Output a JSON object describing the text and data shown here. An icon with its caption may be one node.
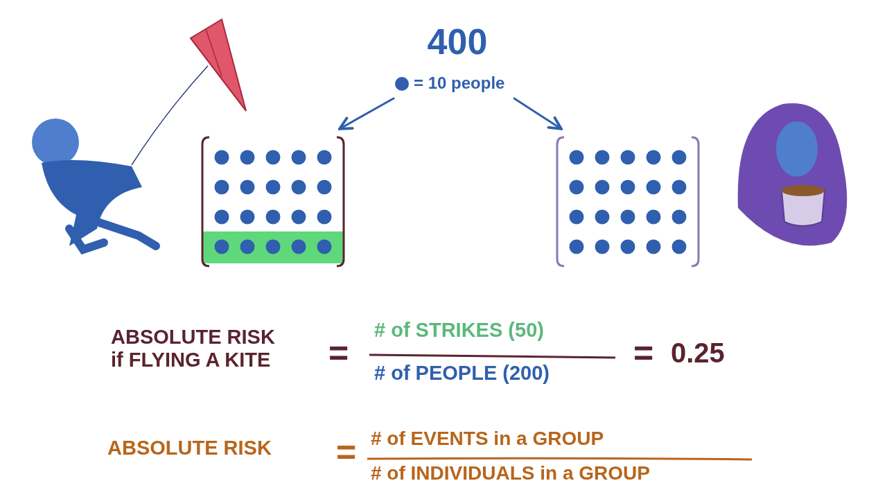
{
  "diagram": {
    "nodes": [
      {
        "text": [
          "400",
          "= 10 people"
        ]
      },
      {
        "text": [],
        "shape": "matrix"
      },
      {
        "text": [],
        "shape": "matrix"
      }
    ],
    "edges": [
      {
        "from": 0,
        "to": 1,
        "arrow": "to"
      },
      {
        "from": 0,
        "to": 2,
        "arrow": "to"
      }
    ],
    "labels": [
      "ABSOLUTE RISK if FLYING A KITE",
      "=",
      "# of STRIKES (50)",
      "# of PEOPLE (200)",
      "=",
      "0.25",
      "ABSOLUTE RISK",
      "=",
      "# of EVENTS in a GROUP",
      "# of INDIVIDUALS in a GROUP"
    ]
  }
}
